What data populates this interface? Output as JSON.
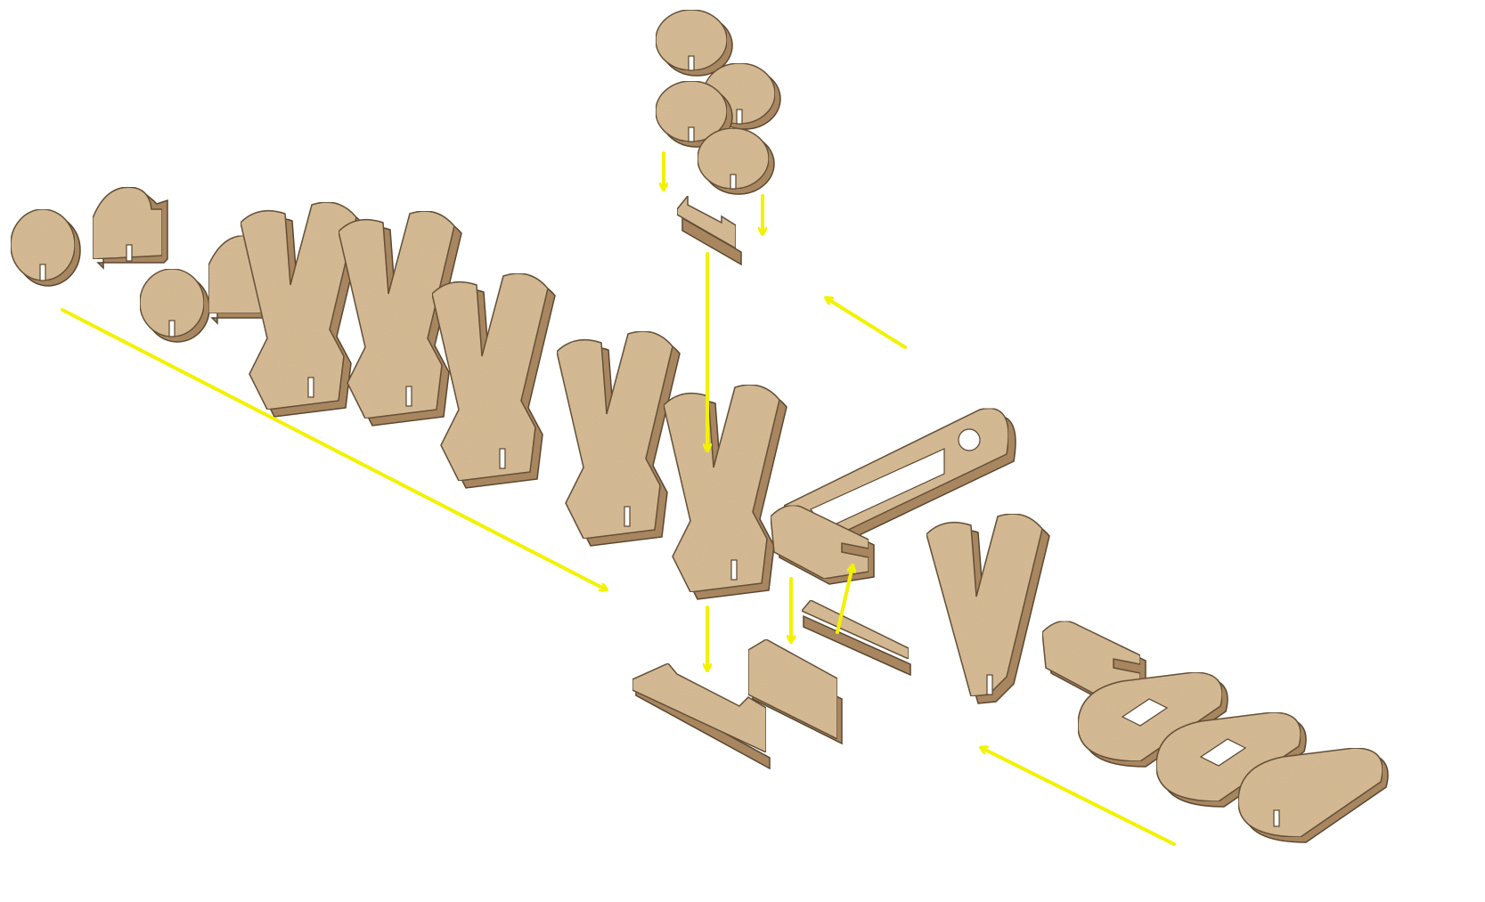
{
  "diagram": {
    "kind": "exploded-assembly",
    "colors": {
      "background": "#ffffff",
      "wood_face": "#d8bd97",
      "wood_side": "#a88660",
      "wood_edge": "#5a4630",
      "arrow": "#f2f200"
    },
    "parts": [
      {
        "name": "end-disc-left",
        "shape": "disc"
      },
      {
        "name": "end-cap-left",
        "shape": "cap"
      },
      {
        "name": "small-disc-left",
        "shape": "disc"
      },
      {
        "name": "cap-rear",
        "shape": "cap"
      },
      {
        "name": "y-piece-1",
        "shape": "y-piece"
      },
      {
        "name": "y-piece-2",
        "shape": "y-piece"
      },
      {
        "name": "y-piece-3",
        "shape": "y-piece"
      },
      {
        "name": "y-piece-4",
        "shape": "y-piece"
      },
      {
        "name": "y-piece-5",
        "shape": "y-piece"
      },
      {
        "name": "y-piece-6",
        "shape": "y-piece"
      },
      {
        "name": "handle-lever",
        "shape": "lever"
      },
      {
        "name": "comb-key-1",
        "shape": "key"
      },
      {
        "name": "comb-key-2",
        "shape": "key"
      },
      {
        "name": "top-disc-1",
        "shape": "disc"
      },
      {
        "name": "top-disc-2",
        "shape": "disc"
      },
      {
        "name": "top-disc-3",
        "shape": "disc"
      },
      {
        "name": "top-disc-4",
        "shape": "disc"
      },
      {
        "name": "top-tab-plate",
        "shape": "plate"
      },
      {
        "name": "bottom-spine-bar",
        "shape": "bar"
      },
      {
        "name": "bottom-bar-middle",
        "shape": "bar"
      },
      {
        "name": "bottom-slotted-strip",
        "shape": "strip"
      },
      {
        "name": "oval-slotted-1",
        "shape": "oval"
      },
      {
        "name": "oval-slotted-2",
        "shape": "oval"
      },
      {
        "name": "oval-end",
        "shape": "oval"
      }
    ],
    "arrows": [
      {
        "name": "assembly-arrow-long-left",
        "direction": "down-right"
      },
      {
        "name": "assembly-arrow-upper-right",
        "direction": "up-left"
      },
      {
        "name": "assembly-arrow-lower-right",
        "direction": "up-left"
      },
      {
        "name": "assembly-arrow-top-long",
        "direction": "down"
      },
      {
        "name": "assembly-arrow-top-small-left",
        "direction": "down"
      },
      {
        "name": "assembly-arrow-top-small-right",
        "direction": "down"
      },
      {
        "name": "assembly-arrow-bottom-left",
        "direction": "down"
      },
      {
        "name": "assembly-arrow-bottom-middle",
        "direction": "down"
      },
      {
        "name": "assembly-arrow-bottom-up",
        "direction": "up"
      }
    ]
  }
}
